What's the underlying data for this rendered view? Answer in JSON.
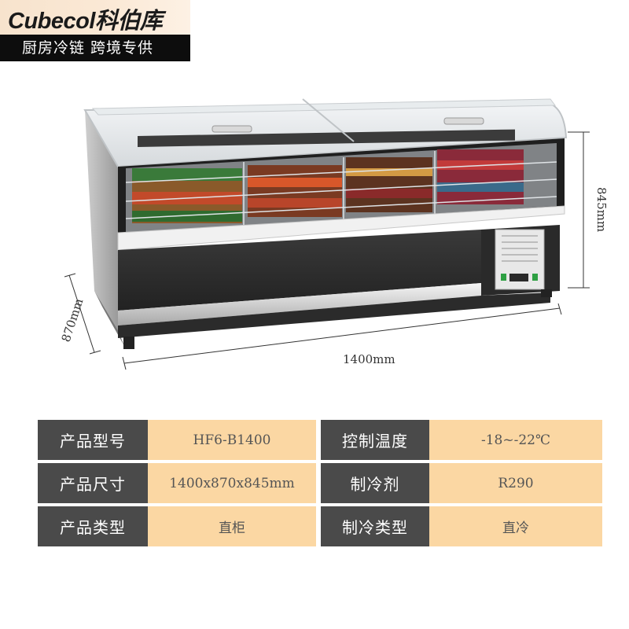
{
  "brand": {
    "logo_text": "Cubecol科伯库",
    "tagline": "厨房冷链  跨境专供"
  },
  "product_image": {
    "name": "island display freezer",
    "dimensions": {
      "width_label": "1400mm",
      "depth_label": "870mm",
      "height_label": "845mm"
    }
  },
  "specs": {
    "rows": [
      {
        "label1": "产品型号",
        "value1": "HF6-B1400",
        "label2": "控制温度",
        "value2": "-18~-22℃"
      },
      {
        "label1": "产品尺寸",
        "value1": "1400x870x845mm",
        "label2": "制冷剂",
        "value2": "R290"
      },
      {
        "label1": "产品类型",
        "value1": "直柜",
        "label2": "制冷类型",
        "value2": "直冷"
      }
    ]
  }
}
